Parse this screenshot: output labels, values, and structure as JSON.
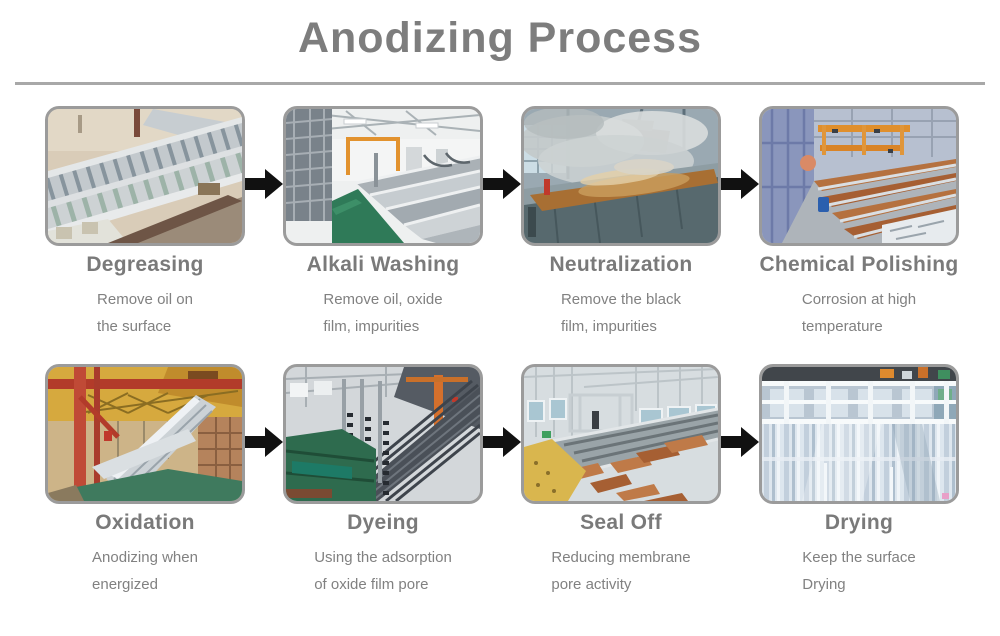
{
  "page": {
    "title": "Anodizing Process"
  },
  "colors": {
    "title_gray": "#7d7d7d",
    "rule_gray": "#a8a8a8",
    "step_title_gray": "#7a7a7a",
    "desc_gray": "#818181",
    "arrow_black": "#111111",
    "photo_border": "#9b9b9b"
  },
  "steps": [
    {
      "id": "degreasing",
      "title": "Degreasing",
      "desc1": "Remove oil on",
      "desc2": "the surface"
    },
    {
      "id": "alkali-washing",
      "title": "Alkali Washing",
      "desc1": "Remove oil, oxide",
      "desc2": "film, impurities"
    },
    {
      "id": "neutralization",
      "title": "Neutralization",
      "desc1": "Remove the black",
      "desc2": "film, impurities"
    },
    {
      "id": "chemical-polishing",
      "title": "Chemical Polishing",
      "desc1": "Corrosion at high",
      "desc2": "temperature"
    },
    {
      "id": "oxidation",
      "title": "Oxidation",
      "desc1": "Anodizing when",
      "desc2": "energized"
    },
    {
      "id": "dyeing",
      "title": "Dyeing",
      "desc1": "Using the adsorption",
      "desc2": "of oxide film pore"
    },
    {
      "id": "seal-off",
      "title": "Seal Off",
      "desc1": "Reducing membrane",
      "desc2": "pore activity"
    },
    {
      "id": "drying",
      "title": "Drying",
      "desc1": "Keep the surface",
      "desc2": "Drying"
    }
  ]
}
